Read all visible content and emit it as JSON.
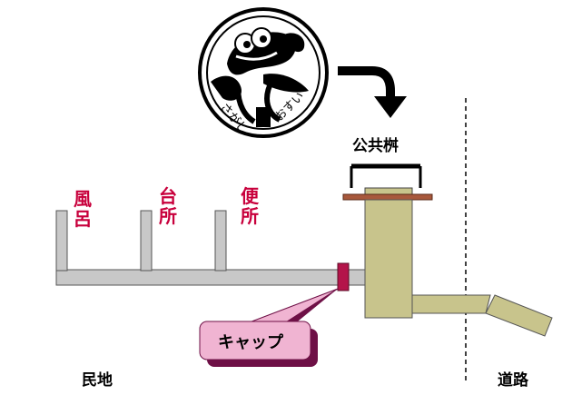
{
  "labels": {
    "public_basin": "公共桝",
    "bath_1": "風",
    "bath_2": "呂",
    "kitchen_1": "台",
    "kitchen_2": "所",
    "toilet_1": "便",
    "toilet_2": "所",
    "cap": "キャップ",
    "private_land": "民地",
    "road": "道路"
  },
  "logo": {
    "text_left": "さがし",
    "text_right": "おすい"
  },
  "colors": {
    "pipe_gray": "#c8c8c8",
    "basin_olive": "#c8c48c",
    "lid_brown": "#a8583c",
    "cap_red": "#b4144a",
    "callout_pink": "#f0b4d2",
    "callout_shadow": "#6e1046",
    "label_red": "#c8003c"
  }
}
